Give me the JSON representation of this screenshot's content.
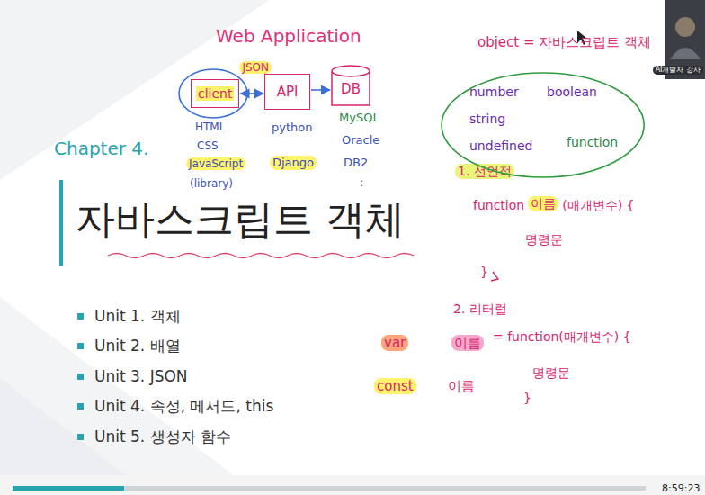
{
  "diagram": {
    "title": "자바스크립트 객체",
    "nodes": [
      {
        "text": [
          "client"
        ]
      },
      {
        "text": [
          "API"
        ]
      },
      {
        "text": [
          "DB"
        ]
      },
      {
        "text": [
          "number",
          "boolean",
          "string",
          "undefined",
          "function"
        ]
      }
    ],
    "edges": [
      {
        "from": 0,
        "to": 1,
        "arrow": "both",
        "label": "JSON"
      },
      {
        "from": 1,
        "to": 2,
        "arrow": "to"
      }
    ],
    "labels": [
      "Chapter 4.",
      "Unit 1. 객체",
      "Unit 2. 배열",
      "Unit 3. JSON",
      "Unit 4. 속성, 메서드, this",
      "Unit 5. 생성자 함수",
      "Web Application",
      "HTML",
      "CSS",
      "JavaScript",
      "(library)",
      "python",
      "Django",
      "MySQL",
      "Oracle",
      "DB2",
      ":",
      "object = 자바스크립트 객체",
      "1. 선언적",
      "function",
      "이름",
      "(매개변수) {",
      "명령문",
      "}",
      "2. 리터럴",
      "var",
      "이름",
      "= function(매개변수) {",
      "명령문",
      "}",
      "const",
      "이름",
      "AI개발자 강사",
      "8:59:23"
    ]
  }
}
